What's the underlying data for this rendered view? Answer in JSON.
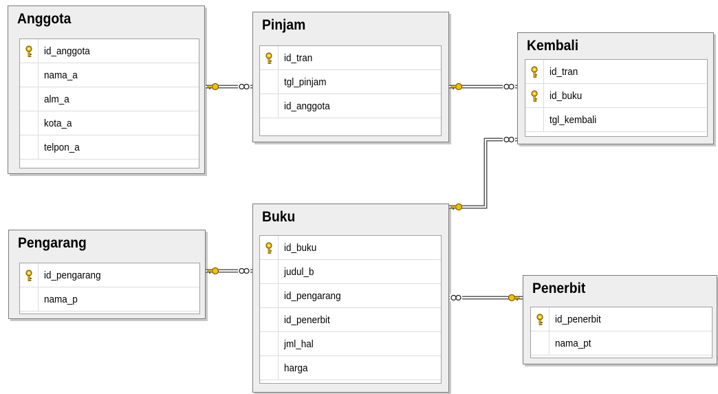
{
  "tables": {
    "anggota": {
      "name": "Anggota",
      "columns": [
        {
          "name": "id_anggota",
          "pk": true
        },
        {
          "name": "nama_a",
          "pk": false
        },
        {
          "name": "alm_a",
          "pk": false
        },
        {
          "name": "kota_a",
          "pk": false
        },
        {
          "name": "telpon_a",
          "pk": false
        }
      ]
    },
    "pinjam": {
      "name": "Pinjam",
      "columns": [
        {
          "name": "id_tran",
          "pk": true
        },
        {
          "name": "tgl_pinjam",
          "pk": false
        },
        {
          "name": "id_anggota",
          "pk": false
        }
      ]
    },
    "kembali": {
      "name": "Kembali",
      "columns": [
        {
          "name": "id_tran",
          "pk": true
        },
        {
          "name": "id_buku",
          "pk": true
        },
        {
          "name": "tgl_kembali",
          "pk": false
        }
      ]
    },
    "pengarang": {
      "name": "Pengarang",
      "columns": [
        {
          "name": "id_pengarang",
          "pk": true
        },
        {
          "name": "nama_p",
          "pk": false
        }
      ]
    },
    "buku": {
      "name": "Buku",
      "columns": [
        {
          "name": "id_buku",
          "pk": true
        },
        {
          "name": "judul_b",
          "pk": false
        },
        {
          "name": "id_pengarang",
          "pk": false
        },
        {
          "name": "id_penerbit",
          "pk": false
        },
        {
          "name": "jml_hal",
          "pk": false
        },
        {
          "name": "harga",
          "pk": false
        }
      ]
    },
    "penerbit": {
      "name": "Penerbit",
      "columns": [
        {
          "name": "id_penerbit",
          "pk": true
        },
        {
          "name": "nama_pt",
          "pk": false
        }
      ]
    }
  },
  "relationships": [
    {
      "one": "anggota",
      "many": "pinjam"
    },
    {
      "one": "pinjam",
      "many": "kembali"
    },
    {
      "one": "buku",
      "many": "kembali"
    },
    {
      "one": "pengarang",
      "many": "buku"
    },
    {
      "one": "penerbit",
      "many": "buku"
    }
  ],
  "colors": {
    "key_fill": "#f2c200",
    "key_stroke": "#7a5a00",
    "line": "#5a5a5a"
  },
  "icons": {
    "primary_key": "key-icon",
    "one_end": "key-icon",
    "many_end": "infinity-icon"
  }
}
